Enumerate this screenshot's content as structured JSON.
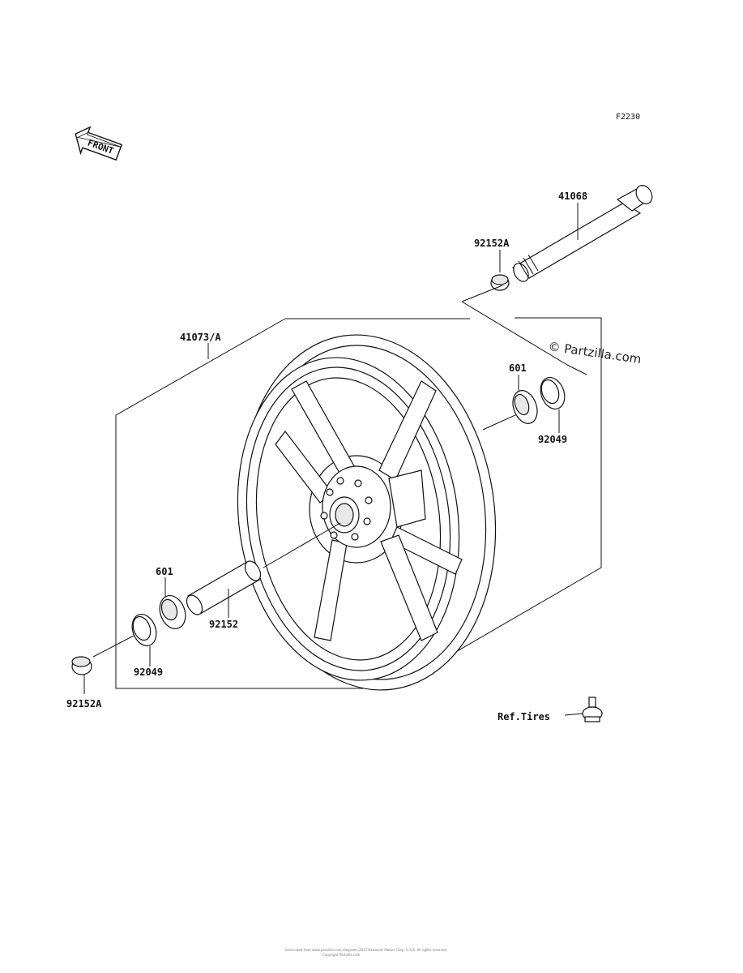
{
  "diagram_code": "F2230",
  "front_label": "FRONT",
  "watermark": "© Partzilla.com",
  "footer_line1": "Generated from www.partzilla.com diagrams  2017  Kawasaki Motors Corp. U.S.A. All rights reserved",
  "footer_line2": "Copyright Partzilla.com",
  "parts": {
    "axle": "41068",
    "collar_top": "92152A",
    "wheel": "41073/A",
    "bearing_right": "601",
    "seal_right": "92049",
    "bearing_left": "601",
    "spacer": "92152",
    "seal_left": "92049",
    "collar_bottom": "92152A",
    "ref_tires": "Ref.Tires"
  }
}
